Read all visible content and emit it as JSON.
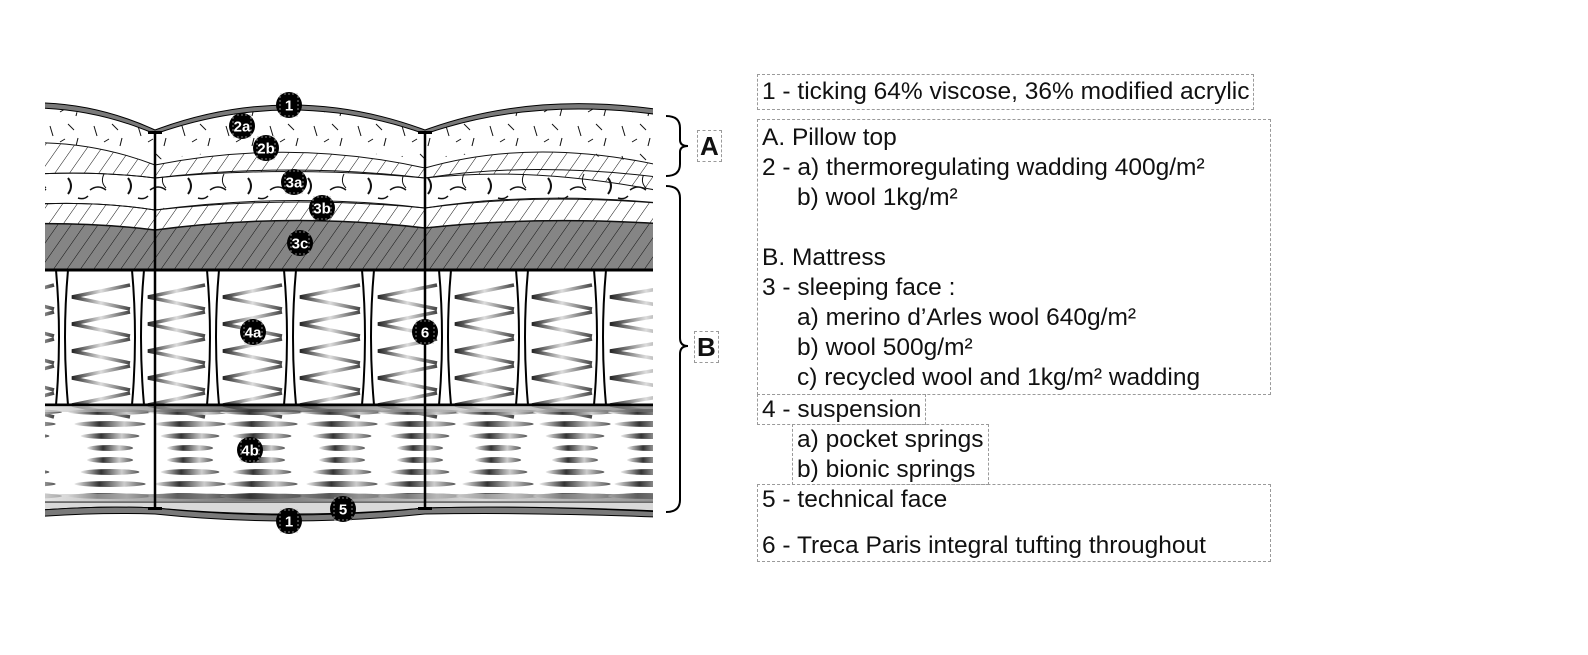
{
  "diagram": {
    "callouts": [
      "1",
      "2a",
      "2b",
      "3a",
      "3b",
      "3c",
      "4a",
      "4b",
      "5",
      "6",
      "1"
    ],
    "brackets": [
      "A",
      "B"
    ],
    "colors": {
      "cover": "#7a7a7a",
      "dense_layer": "#808080",
      "technical_face": "#d9d9d9",
      "callout": "#000000",
      "line": "#000000"
    }
  },
  "legend": {
    "item1": "1 - ticking 64% viscose, 36% modified acrylic",
    "sectionA": {
      "title": "A. Pillow top",
      "item2a": "2 - a) thermoregulating wadding 400g/m²",
      "item2b": "b) wool 1kg/m²"
    },
    "sectionB": {
      "title": "B. Mattress",
      "item3": "3 - sleeping face :",
      "item3a": "a) merino d’Arles wool 640g/m²",
      "item3b": "b) wool 500g/m²",
      "item3c": "c) recycled wool and 1kg/m² wadding"
    },
    "item4": "4 - suspension",
    "item4a": "a) pocket springs",
    "item4b": "b) bionic springs",
    "item5": "5 - technical face",
    "item6": "6 - Treca Paris integral tufting throughout"
  }
}
